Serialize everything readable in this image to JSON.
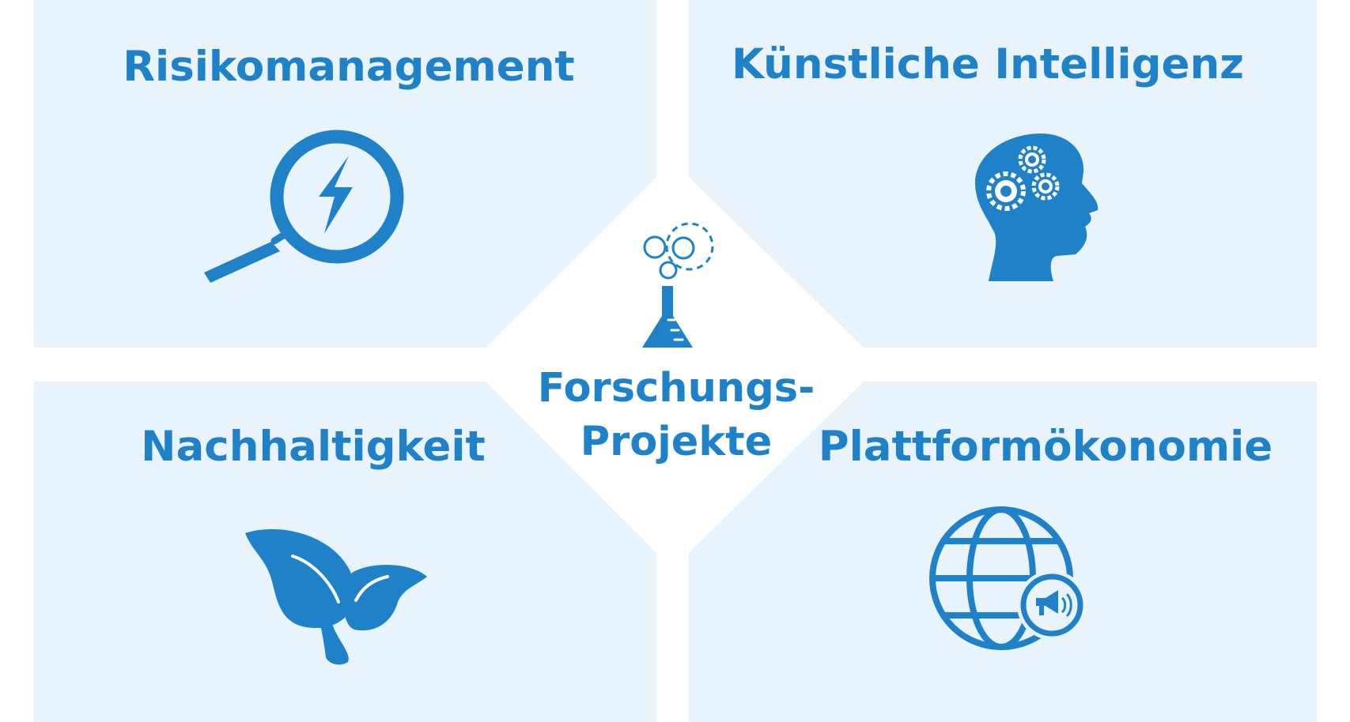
{
  "colors": {
    "accent": "#1f82c9",
    "panel": "#e9f3fb",
    "background": "#ffffff"
  },
  "center": {
    "line1": "Forschungs-",
    "line2": "Projekte",
    "icon": "flask-gears-icon"
  },
  "quadrants": {
    "top_left": {
      "title": "Risikomanagement",
      "icon": "magnifier-lightning-icon"
    },
    "top_right": {
      "title": "Künstliche Intelligenz",
      "icon": "head-gears-icon"
    },
    "bottom_left": {
      "title": "Nachhaltigkeit",
      "icon": "sprout-leaves-icon"
    },
    "bottom_right": {
      "title": "Plattformökonomie",
      "icon": "globe-megaphone-icon"
    }
  }
}
